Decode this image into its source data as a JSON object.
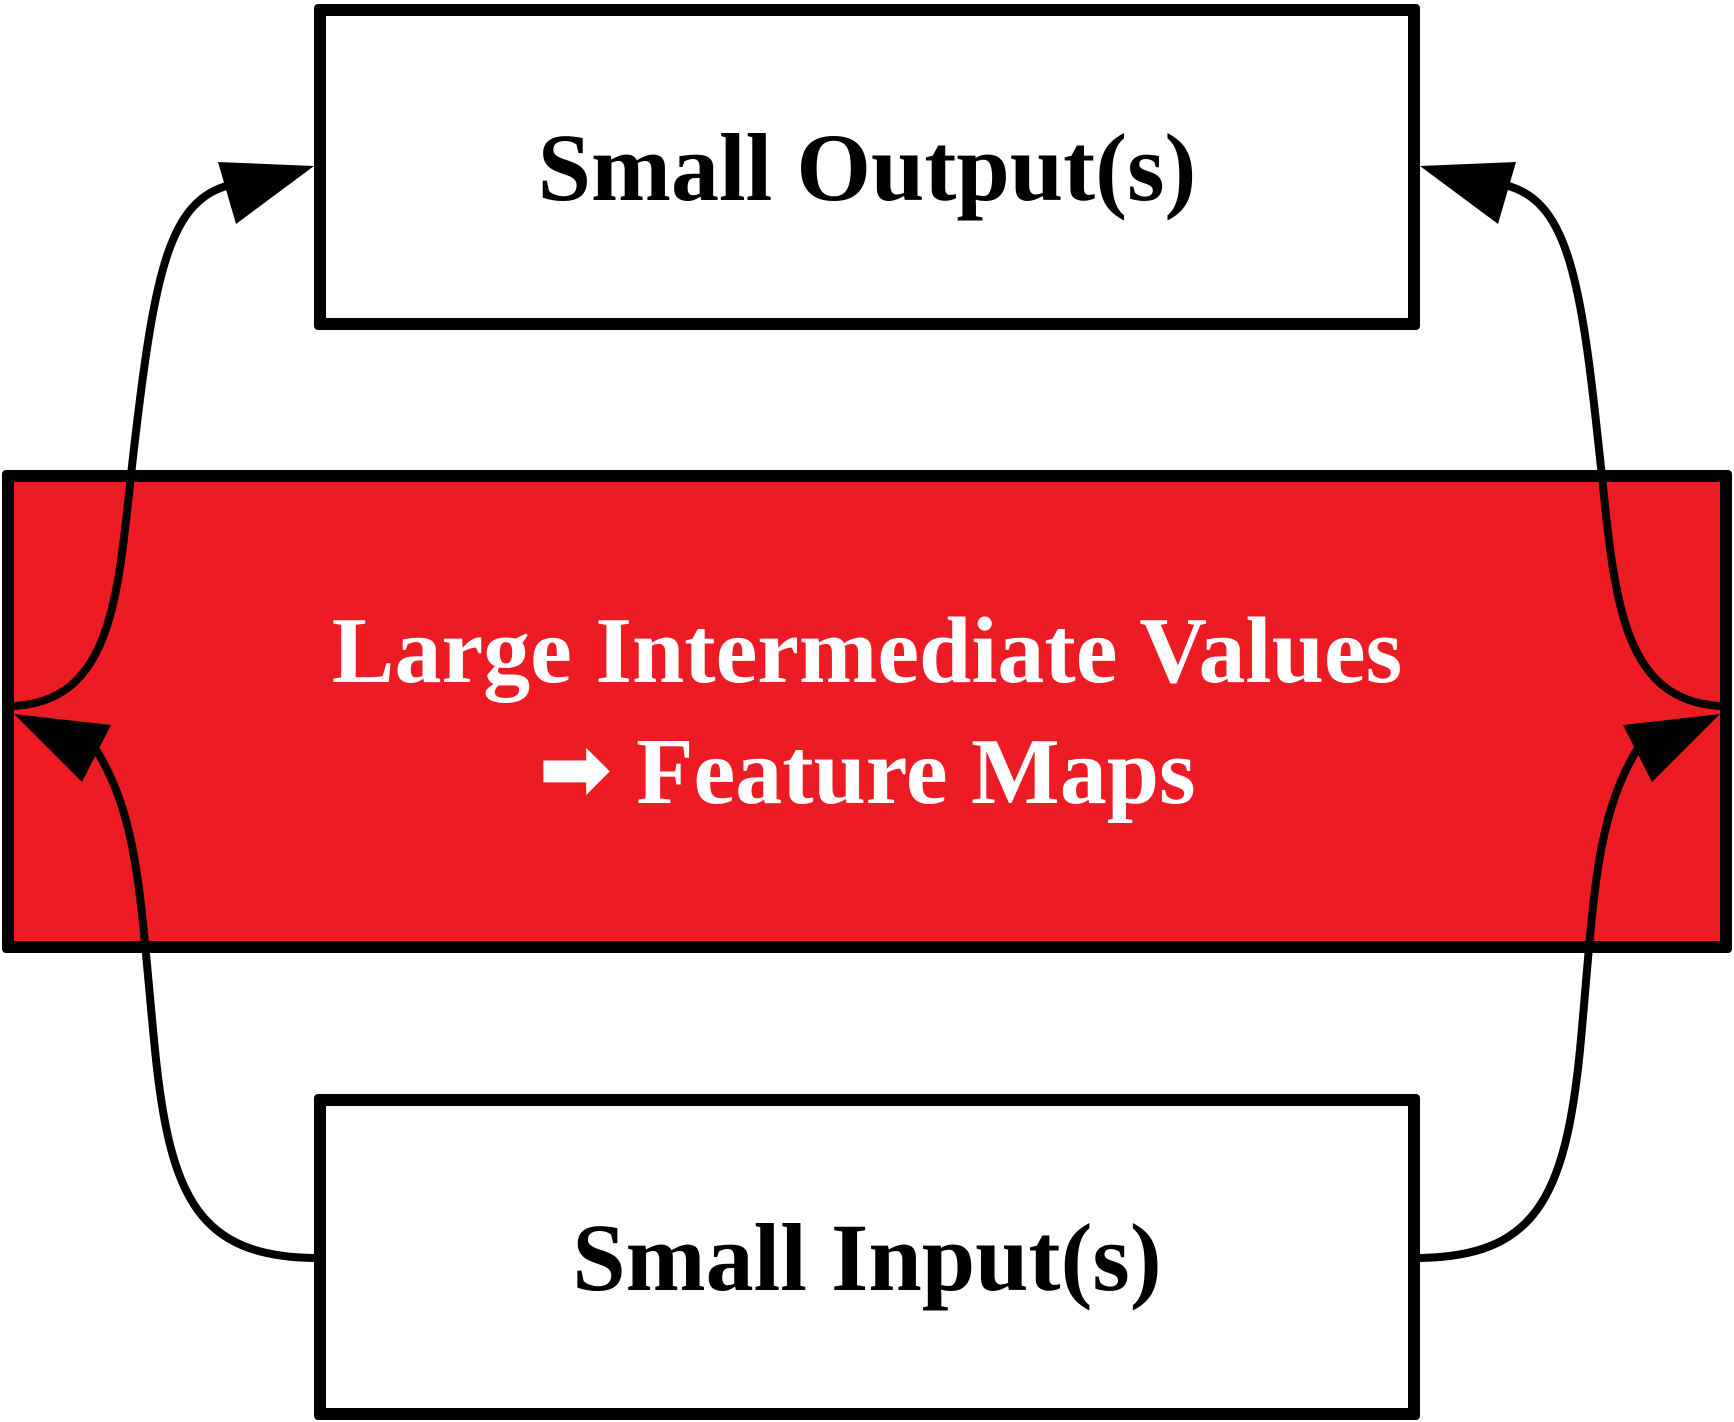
{
  "nodes": {
    "output": {
      "label": "Small Output(s)"
    },
    "intermediate": {
      "line1": "Large Intermediate Values",
      "arrow_symbol": "➡",
      "line2": "Feature Maps"
    },
    "input": {
      "label": "Small Input(s)"
    }
  },
  "edges": [
    {
      "from": "intermediate",
      "to": "output",
      "side": "left"
    },
    {
      "from": "intermediate",
      "to": "output",
      "side": "right"
    },
    {
      "from": "input",
      "to": "intermediate",
      "side": "left"
    },
    {
      "from": "input",
      "to": "intermediate",
      "side": "right"
    }
  ],
  "colors": {
    "intermediate_fill": "#ed1c24",
    "line": "#000000",
    "text_on_red": "#ffffff",
    "text_on_white": "#000000"
  }
}
